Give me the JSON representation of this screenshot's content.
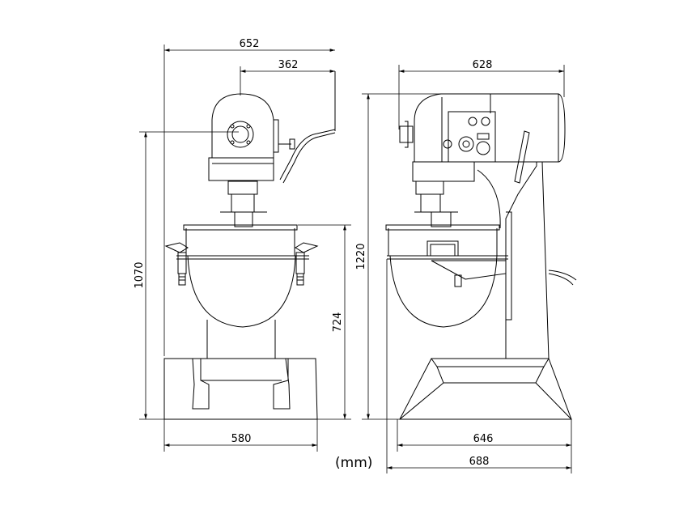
{
  "dimensions": {
    "front_overall_width": "652",
    "front_handle_offset": "362",
    "front_height_to_hub": "1070",
    "front_bowl_height": "724",
    "front_base_width": "580",
    "side_head_width": "628",
    "side_total_height": "1220",
    "side_base_width": "646",
    "side_overall_depth": "688"
  },
  "unit_label": "(mm)"
}
